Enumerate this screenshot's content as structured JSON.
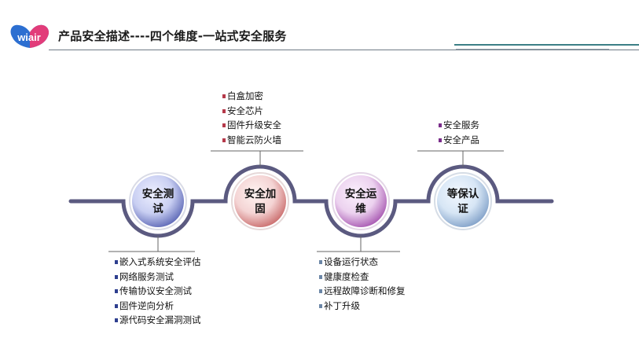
{
  "header": {
    "logo_text": "wiair",
    "title": "产品安全描述----四个维度-一站式安全服务"
  },
  "dimensions": [
    {
      "id": "test",
      "label_line1": "安全测",
      "label_line2": "试",
      "colors": {
        "inner": "#c9cff2",
        "outer": "#5b66b5"
      },
      "items": [
        "嵌入式系统安全评估",
        "网络服务测试",
        "传输协议安全测试",
        "固件逆向分析",
        "源代码安全漏洞测试"
      ]
    },
    {
      "id": "harden",
      "label_line1": "安全加",
      "label_line2": "固",
      "colors": {
        "inner": "#f4d4d4",
        "outer": "#c96a6a"
      },
      "items": [
        "白盒加密",
        "安全芯片",
        "固件升级安全",
        "智能云防火墙"
      ]
    },
    {
      "id": "ops",
      "label_line1": "安全运",
      "label_line2": "维",
      "colors": {
        "inner": "#ecd2ef",
        "outer": "#a655b0"
      },
      "items": [
        "设备运行状态",
        "健康度检查",
        "远程故障诊断和修复",
        "补丁升级"
      ]
    },
    {
      "id": "compliance",
      "label_line1": "等保认",
      "label_line2": "证",
      "colors": {
        "inner": "#d7e6f5",
        "outer": "#7f9fc7"
      },
      "items": [
        "安全服务",
        "安全产品"
      ]
    }
  ],
  "colors": {
    "track": "#5b5a80",
    "title_rule": "#6f7a85",
    "accent_rule": "#3c7f86"
  }
}
